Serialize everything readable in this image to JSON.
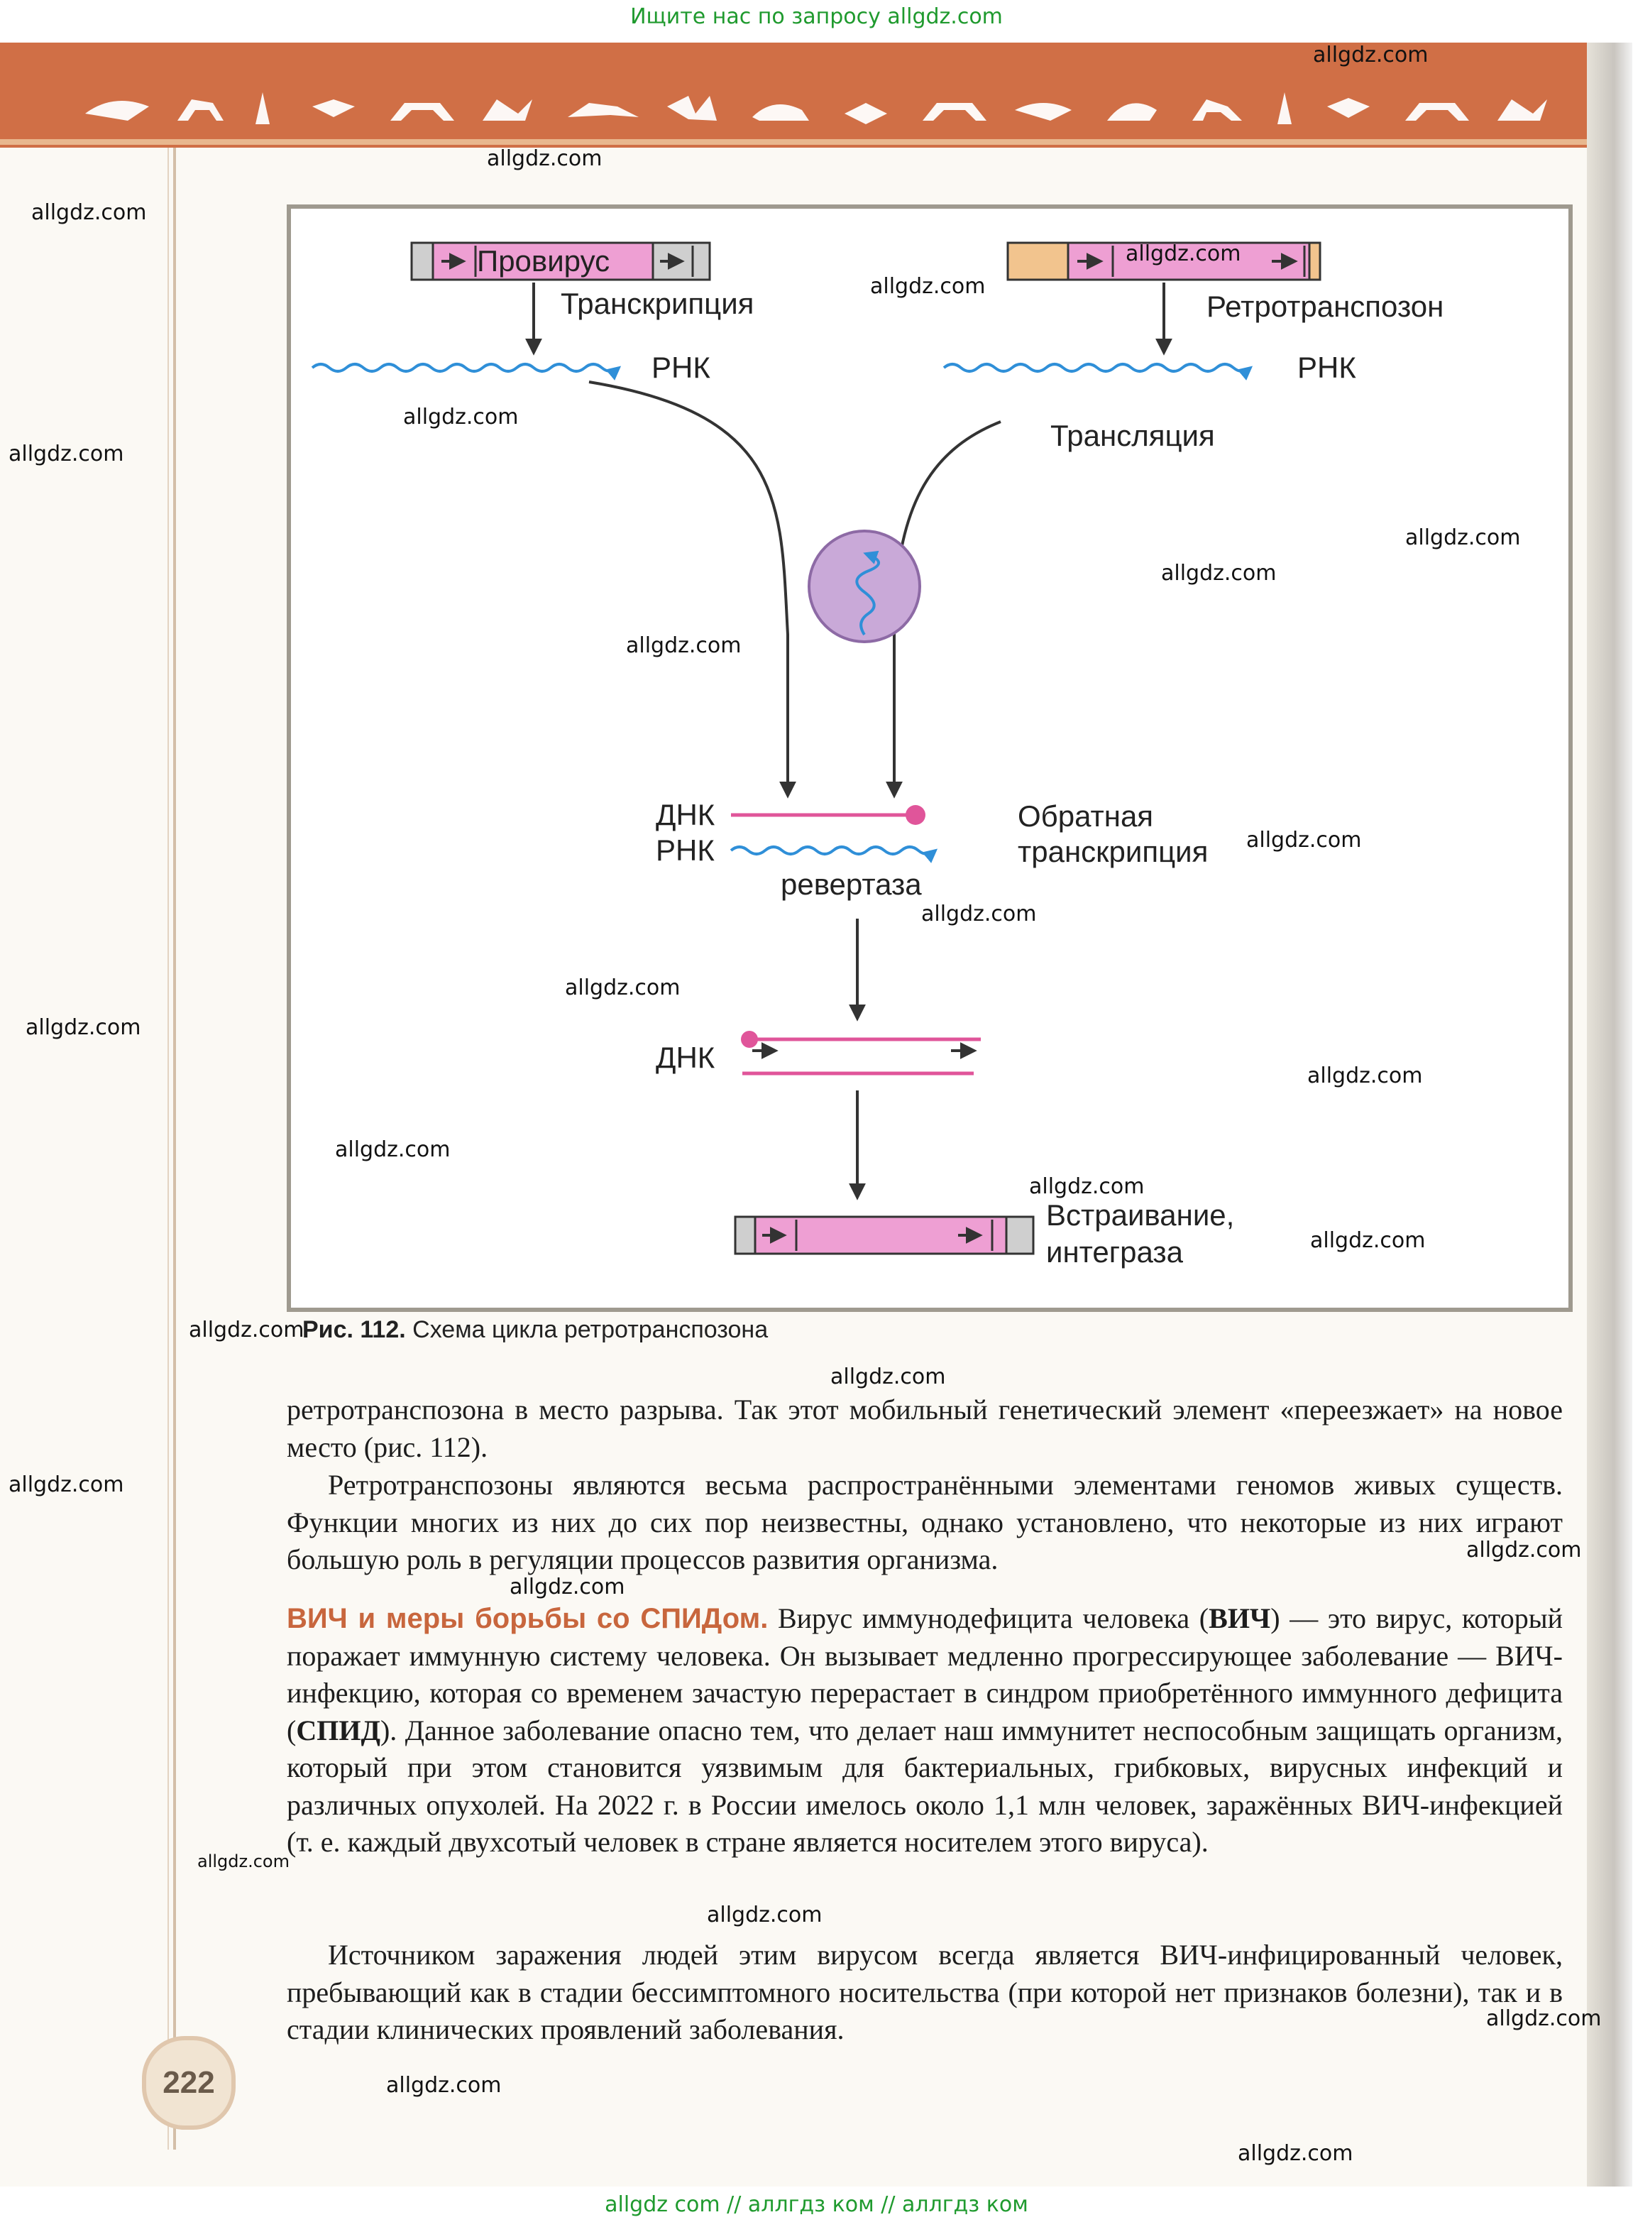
{
  "header_note": "Ищите нас по запросу allgdz.com",
  "footer_note": "allgdz com  //  аллгдз ком  //  аллгдз ком",
  "watermark": "allgdz.com",
  "figure": {
    "provirus": "Провирус",
    "transcription": "Транскрипция",
    "rna": "РНК",
    "retrotransposon": "Ретротранспозон",
    "translation": "Трансляция",
    "dna": "ДНК",
    "reverse_transcription_1": "Обратная",
    "reverse_transcription_2": "транскрипция",
    "revertase": "ревертаза",
    "integration_1": "Встраивание,",
    "integration_2": "интеграза"
  },
  "caption": {
    "label": "Рис. 112.",
    "text": " Схема цикла ретротранспозона"
  },
  "paragraphs": {
    "p1": "ретротранспозона в место разрыва. Так этот мобильный генетический элемент «переезжает» на новое место (рис. 112).",
    "p2": "Ретротранспозоны являются весьма распространёнными элементами геномов живых существ. Функции многих из них до сих пор неизвестны, однако установлено, что некоторые из них играют большую роль в регуляции процессов развития организма.",
    "p3_heading": "ВИЧ и меры борьбы со СПИДом.",
    "p3_a": " Вирус иммунодефицита человека (",
    "p3_hiv": "ВИЧ",
    "p3_b": ") — это вирус, который поражает иммунную систему человека. Он вызывает медленно прогрессирующее заболевание — ВИЧ-инфекцию, которая со временем зачастую перерастает в синдром приобретённого иммунного дефицита (",
    "p3_aids": "СПИД",
    "p3_c": "). Данное заболевание опасно тем, что делает наш иммунитет неспособным защищать организм, который при этом становится уязвимым для бактериальных, грибковых, вирусных инфекций и различных опухолей. На 2022 г. в России имелось около 1,1 млн человек, заражённых ВИЧ-инфекцией (т. е. каждый двухсотый человек в стране является носителем этого вируса).",
    "p4": "Источником заражения людей этим вирусом всегда является ВИЧ-инфицированный человек, пребывающий как в стадии бессимптомного носительства (при которой нет признаков болезни), так и в стадии клинических проявлений заболевания."
  },
  "page_number": "222",
  "colors": {
    "banner": "#d06f46",
    "heading": "#c8663d",
    "rna": "#2f8fd8",
    "dna": "#e0559a",
    "capsule": "#c9a9d8"
  }
}
